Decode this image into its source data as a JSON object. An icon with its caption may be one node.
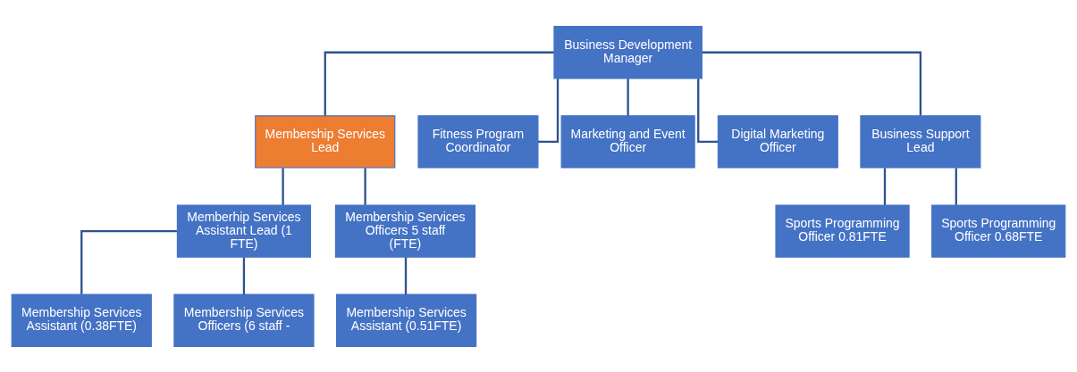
{
  "diagram": {
    "nodes": [
      {
        "text": [
          "Business Development Manager"
        ]
      },
      {
        "text": [
          "Membership Services Lead"
        ]
      },
      {
        "text": [
          "Fitness Program Coordinator"
        ]
      },
      {
        "text": [
          "Marketing and Event Officer"
        ]
      },
      {
        "text": [
          "Digital Marketing Officer"
        ]
      },
      {
        "text": [
          "Business Support Lead"
        ]
      },
      {
        "text": [
          "Memberhip Services Assistant Lead (1 FTE)"
        ]
      },
      {
        "text": [
          "Membership Services Assistant (0.38FTE)"
        ]
      },
      {
        "text": [
          "Membership Services Officers (6 staff -"
        ]
      },
      {
        "text": [
          "Membership Services Officers 5 staff (FTE)"
        ]
      },
      {
        "text": [
          "Membership Services Assistant (0.51FTE)"
        ]
      },
      {
        "text": [
          "Sports Programming Officer 0.81FTE"
        ]
      },
      {
        "text": [
          "Sports Programming Officer 0.68FTE"
        ]
      }
    ],
    "edges": [
      {
        "from": 0,
        "to": 1,
        "arrow": "none"
      },
      {
        "from": 0,
        "to": 2,
        "arrow": "none"
      },
      {
        "from": 0,
        "to": 3,
        "arrow": "none"
      },
      {
        "from": 0,
        "to": 4,
        "arrow": "none"
      },
      {
        "from": 0,
        "to": 5,
        "arrow": "none"
      },
      {
        "from": 1,
        "to": 6,
        "arrow": "none"
      },
      {
        "from": 1,
        "to": 9,
        "arrow": "none"
      },
      {
        "from": 6,
        "to": 7,
        "arrow": "none"
      },
      {
        "from": 6,
        "to": 8,
        "arrow": "none"
      },
      {
        "from": 9,
        "to": 10,
        "arrow": "none"
      },
      {
        "from": 5,
        "to": 11,
        "arrow": "none"
      },
      {
        "from": 5,
        "to": 12,
        "arrow": "none"
      }
    ]
  }
}
